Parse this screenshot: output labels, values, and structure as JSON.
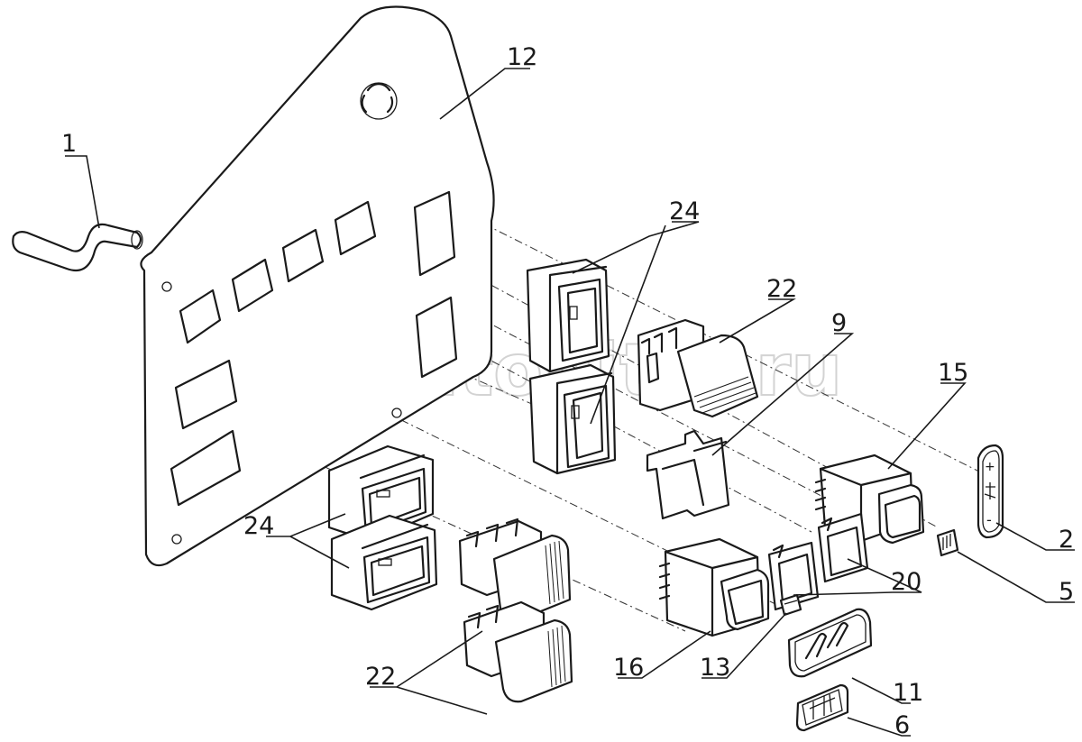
{
  "watermark": {
    "text": "autopiter.ru",
    "mark": "a"
  },
  "labels": {
    "l1": "1",
    "l2": "2",
    "l5": "5",
    "l6": "6",
    "l9": "9",
    "l11": "11",
    "l12": "12",
    "l13": "13",
    "l15": "15",
    "l16": "16",
    "l20": "20",
    "l22a": "22",
    "l22b": "22",
    "l24a": "24",
    "l24b": "24"
  },
  "symbols": {
    "plus": "+",
    "minus": "-"
  }
}
